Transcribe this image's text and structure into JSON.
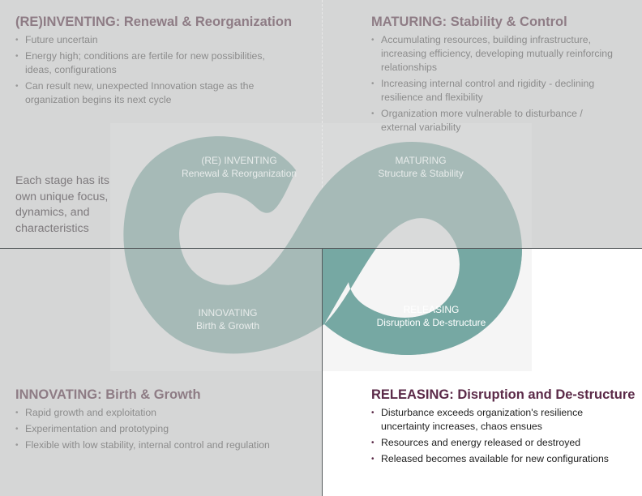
{
  "colors": {
    "quadrant_background": "#d5d6d6",
    "active_quadrant_background": "#ffffff",
    "loop_muted": "#a6bab7",
    "loop_active": "#76a8a3",
    "heading_muted": "#8e7c85",
    "heading_active": "#5b2a48"
  },
  "side_note": "Each stage has its own unique focus, dynamics, and characteristics",
  "quadrants": {
    "reinventing": {
      "heading": "(RE)INVENTING: Renewal & Reorganization",
      "bullets": [
        "Future uncertain",
        "Energy high; conditions are fertile for new possibilities, ideas, configurations",
        "Can result new, unexpected Innovation stage as the organization begins its next cycle"
      ]
    },
    "maturing": {
      "heading": "MATURING: Stability & Control",
      "bullets": [
        "Accumulating resources, building infrastructure, increasing efficiency, developing mutually reinforcing relationships",
        "Increasing internal control and rigidity -  declining resilience and flexibility",
        "Organization more vulnerable to disturbance / external variability"
      ]
    },
    "innovating": {
      "heading": "INNOVATING: Birth & Growth",
      "bullets": [
        "Rapid growth and exploitation",
        "Experimentation and prototyping",
        "Flexible with low stability, internal control and regulation"
      ]
    },
    "releasing": {
      "heading": "RELEASING: Disruption and De-structure",
      "bullets": [
        "Disturbance exceeds organization's resilience uncertainty increases, chaos ensues",
        "Resources and energy released or destroyed",
        "Released becomes available for new configurations"
      ]
    }
  },
  "loop": {
    "reinventing": {
      "title": "(RE) INVENTING",
      "subtitle": "Renewal & Reorganization"
    },
    "maturing": {
      "title": "MATURING",
      "subtitle": "Structure & Stability"
    },
    "innovating": {
      "title": "INNOVATING",
      "subtitle": "Birth & Growth"
    },
    "releasing": {
      "title": "RELEASING",
      "subtitle": "Disruption & De-structure"
    }
  }
}
